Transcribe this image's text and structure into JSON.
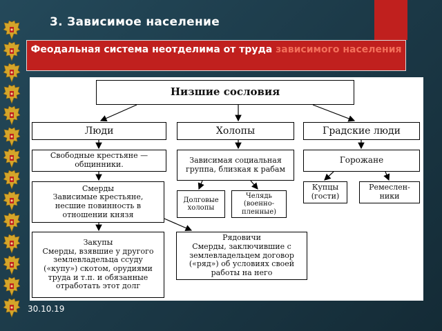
{
  "slide": {
    "heading": "3. Зависимое население",
    "banner_text": "Феодальная система неотделима от труда ",
    "banner_highlight": "зависимого населения",
    "date": "30.10.19",
    "colors": {
      "background": "#1d3c4b",
      "accent_red": "#c0201e",
      "highlight": "#f36f5a"
    },
    "emblem_icon": "double-headed-eagle-icon"
  },
  "diagram": {
    "root": "Низшие сословия",
    "categories": {
      "people": "Люди",
      "serfs": "Холопы",
      "townsmen": "Градские люди"
    },
    "free_peasants": "Свободные крестьяне — общинники.",
    "smerdy": "Смерды\nЗависимые крестьяне, несшие повинность в отношении князя",
    "zakupy": "Закупы\nСмерды, взявшие у другого землевладельца ссуду («купу») скотом, орудиями труда и т.п. и обязанные отработать этот долг",
    "ryadovichi": "Рядовичи\nСмерды, заключившие с землевладельцем договор («ряд») об условиях своей работы на него",
    "dependent_group": "Зависимая социальная группа, близкая к рабам",
    "debt_serfs": "Долговые холопы",
    "chelyad": "Челядь (военно-пленные)",
    "gorozhane": "Горожане",
    "merchants": "Купцы (гости)",
    "artisans": "Ремеслен-ники"
  }
}
